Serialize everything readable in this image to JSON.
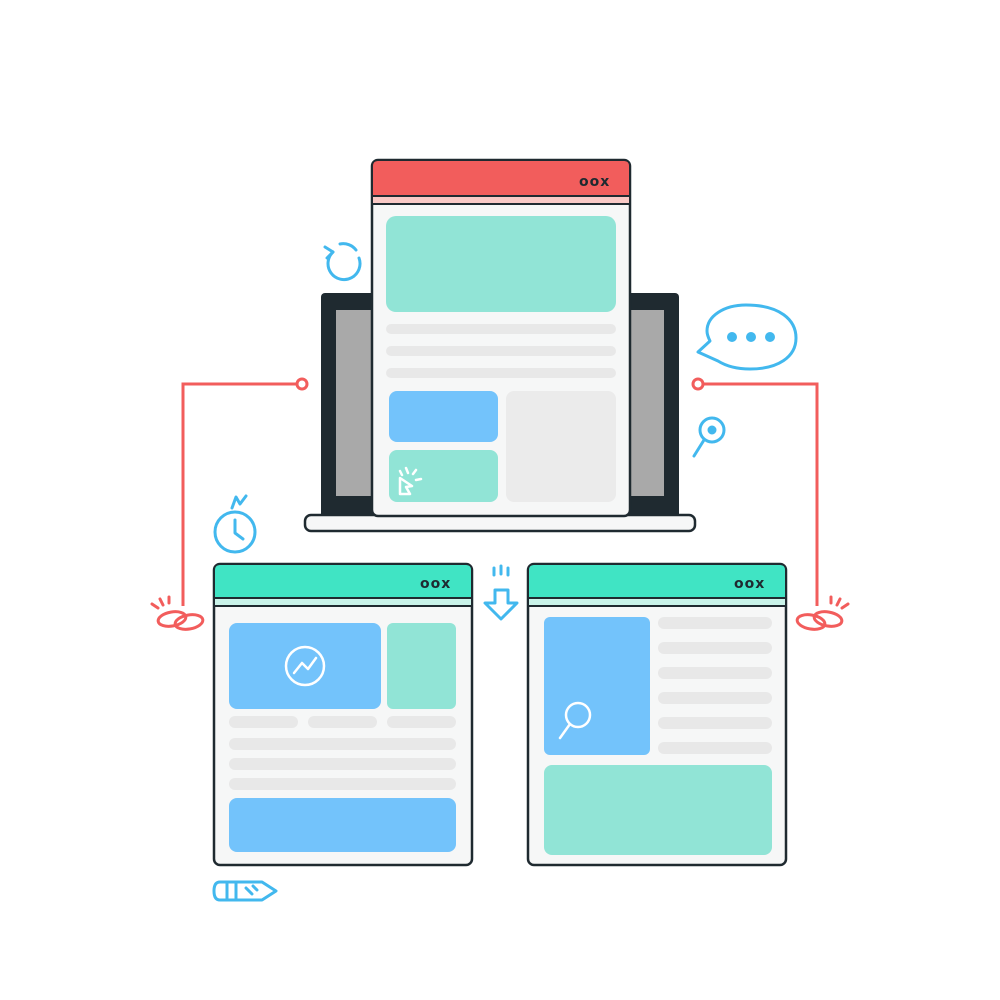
{
  "colors": {
    "outline": "#1f2a30",
    "red": "#f25d5c",
    "red_light": "#f9c9c6",
    "teal_bar": "#40e4c4",
    "mint": "#91e4d6",
    "blue": "#73c3fb",
    "blue_line": "#42b8ee",
    "gray_block": "#ebebeb",
    "gray_line": "#e8e8e8",
    "laptop_screen": "#a9a9a9",
    "paper": "#f6f7f7"
  },
  "windows": {
    "main": {
      "controls": "oox",
      "header_color": "red"
    },
    "left": {
      "controls": "oox",
      "header_color": "teal"
    },
    "right": {
      "controls": "oox",
      "header_color": "teal"
    }
  },
  "icons": [
    "refresh-icon",
    "speech-bubble-icon",
    "search-icon",
    "stopwatch-icon",
    "link-icon",
    "down-arrow-icon",
    "pencil-icon",
    "cursor-click-icon",
    "analytics-icon",
    "magnifier-icon"
  ]
}
